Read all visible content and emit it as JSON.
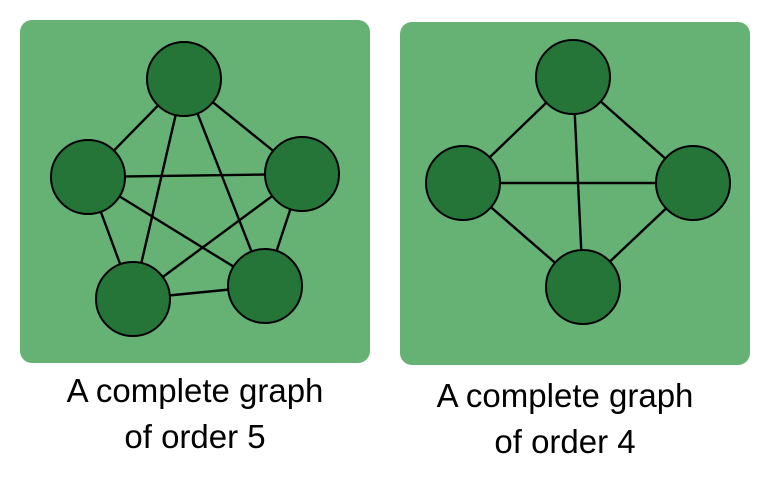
{
  "colors": {
    "panel": "#66b275",
    "node": "#267538",
    "edge": "#000000"
  },
  "graphs": [
    {
      "id": "k5",
      "order": 5,
      "complete": true,
      "caption_line1": "A complete graph",
      "caption_line2": "of order 5"
    },
    {
      "id": "k4",
      "order": 4,
      "complete": true,
      "caption_line1": "A complete graph",
      "caption_line2": "of order 4"
    }
  ]
}
